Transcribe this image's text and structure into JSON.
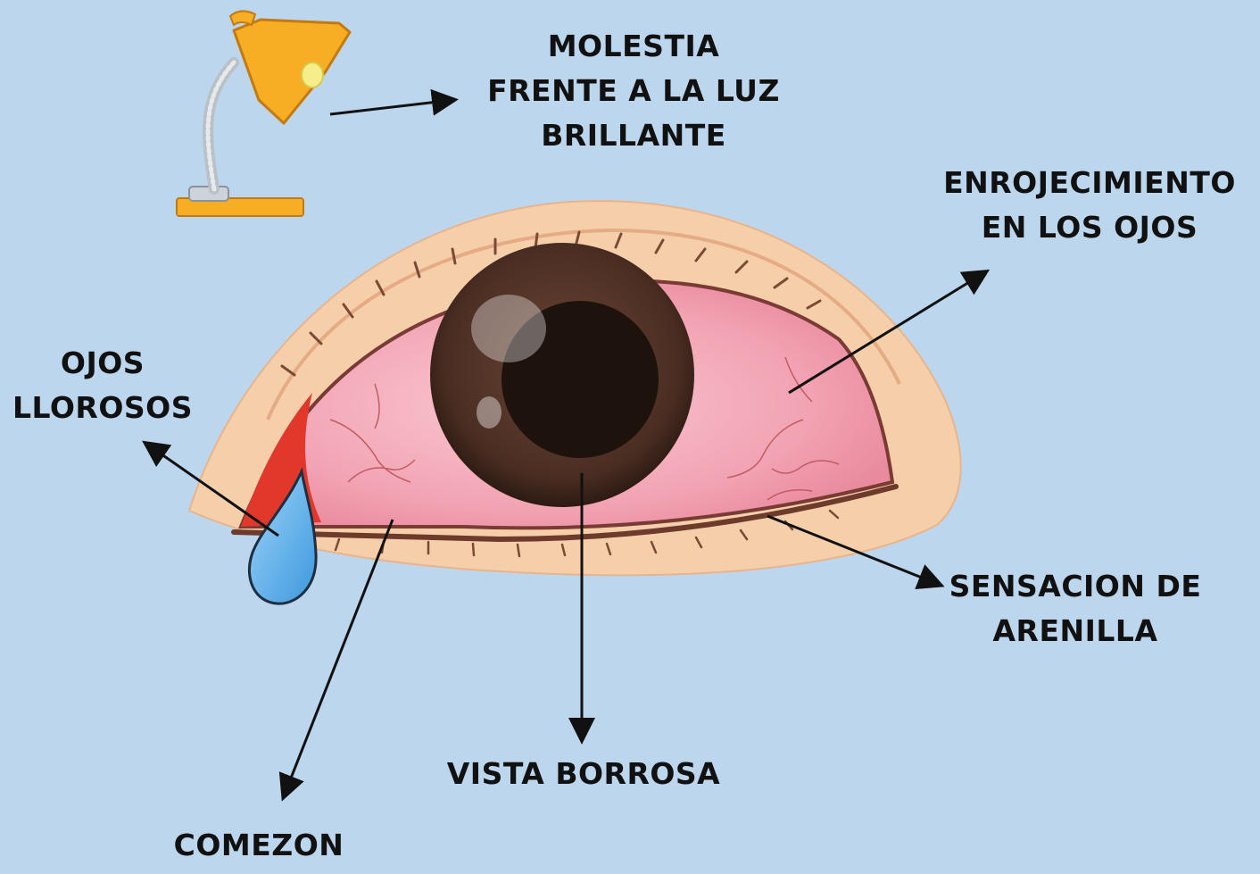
{
  "labels": {
    "light": [
      "MOLESTIA",
      "FRENTE A LA LUZ",
      "BRILLANTE"
    ],
    "redness": [
      "ENROJECIMIENTO",
      "EN LOS OJOS"
    ],
    "watery": [
      "OJOS",
      "LLOROSOS"
    ],
    "grit": [
      "SENSACION DE",
      "ARENILLA"
    ],
    "blurry": [
      "VISTA BORROSA"
    ],
    "itch": [
      "COMEZON"
    ]
  },
  "colors": {
    "background": "#bcd6ee",
    "skin": "#f5cfaa",
    "eyeball": "#f2a3b3",
    "iris": "#4a2d22",
    "pupil": "#1e120d",
    "lamp": "#f7ae24",
    "tear": "#5ab4ee",
    "arrow": "#111111"
  }
}
